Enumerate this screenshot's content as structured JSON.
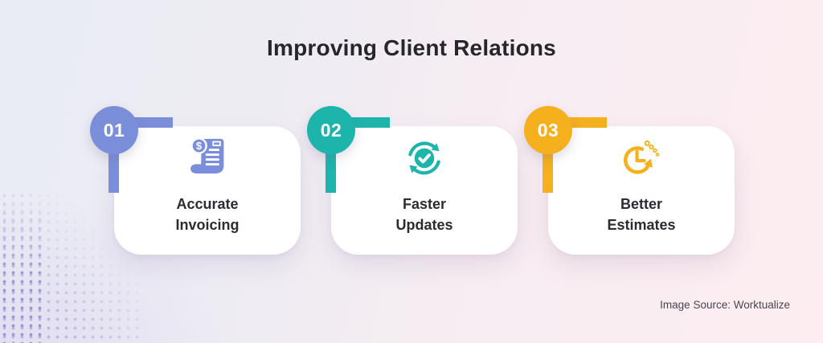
{
  "header": {
    "title": "Improving Client Relations"
  },
  "footer": {
    "source": "Image Source: Worktualize"
  },
  "items": [
    {
      "number": "01",
      "label": "Accurate\nInvoicing",
      "icon": "invoice-icon",
      "color": "#7b8ed9"
    },
    {
      "number": "02",
      "label": "Faster\nUpdates",
      "icon": "sync-check-icon",
      "color": "#1db4ac"
    },
    {
      "number": "03",
      "label": "Better\nEstimates",
      "icon": "clock-estimate-icon",
      "color": "#f5b01d"
    }
  ],
  "palette": {
    "background_left": "#e9ecf4",
    "background_right": "#fdedf0",
    "card_background": "#ffffff",
    "title_color": "#26262c",
    "label_color": "#2b2b33",
    "source_color": "#474751",
    "dot_pattern_color": "#7c76c4"
  }
}
